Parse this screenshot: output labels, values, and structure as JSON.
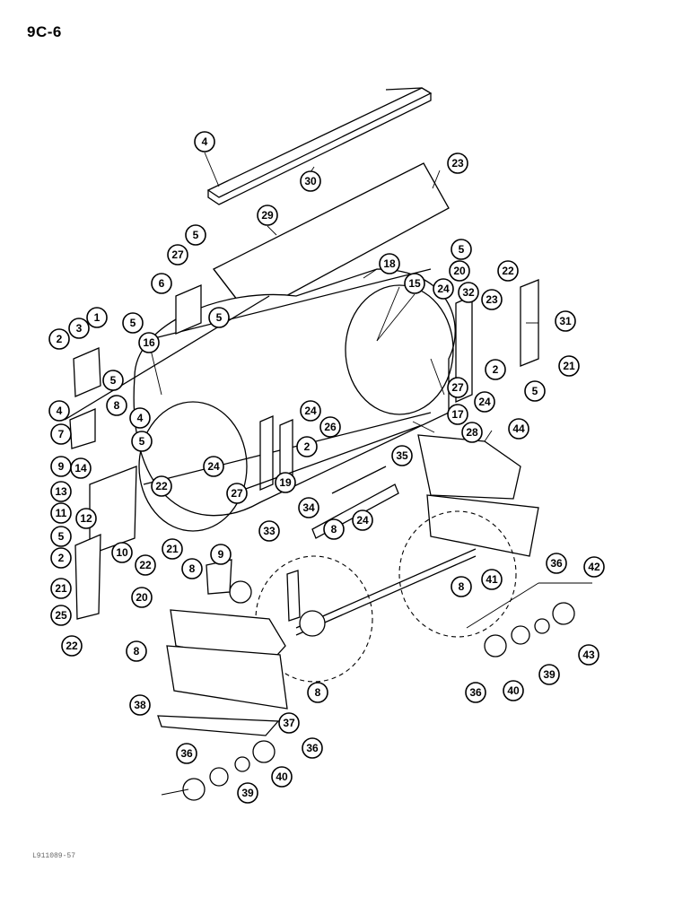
{
  "page": {
    "code": "9C-6",
    "drawing_ref": "L911089-57"
  },
  "callouts": [
    "1",
    "2",
    "3",
    "4",
    "5",
    "6",
    "7",
    "8",
    "9",
    "10",
    "11",
    "12",
    "13",
    "14",
    "15",
    "16",
    "17",
    "18",
    "19",
    "20",
    "21",
    "22",
    "23",
    "24",
    "25",
    "26",
    "27",
    "28",
    "29",
    "30",
    "31",
    "32",
    "33",
    "34",
    "35",
    "36",
    "37",
    "38",
    "39",
    "40",
    "41",
    "42",
    "43",
    "44"
  ]
}
